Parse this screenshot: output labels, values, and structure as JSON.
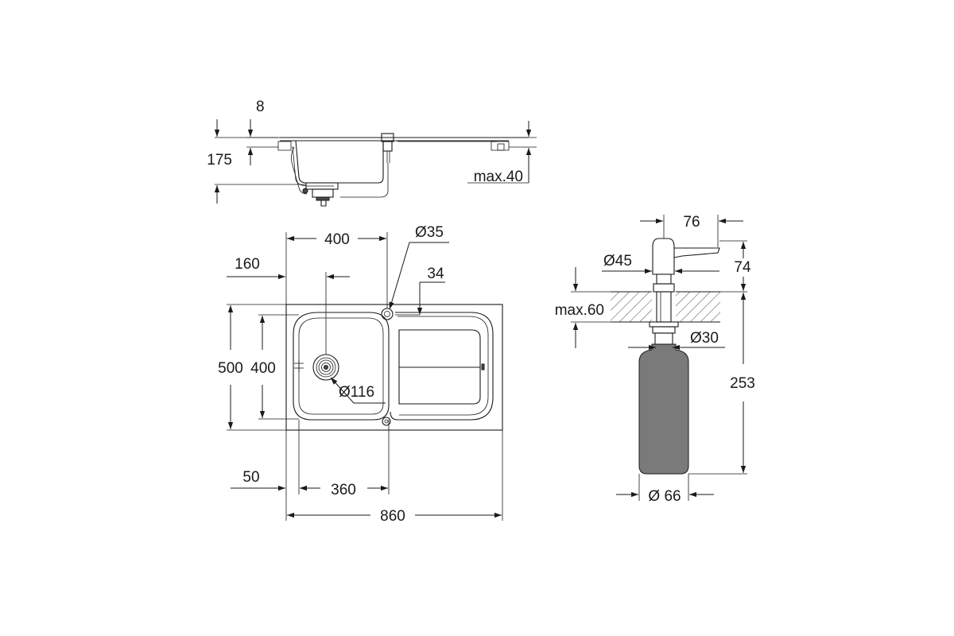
{
  "dimensions": {
    "side_flange": "8",
    "side_depth": "175",
    "side_max_thickness": "max.40",
    "top_bowl_width": "400",
    "top_left_offset": "160",
    "tap_hole": "Ø35",
    "drainer_width": "34",
    "overall_depth": "500",
    "bowl_depth": "400",
    "waste_diameter": "Ø116",
    "bottom_left_offset": "50",
    "bowl_inner_width": "360",
    "overall_width": "860",
    "dispenser_spout": "76",
    "dispenser_head_dia": "Ø45",
    "dispenser_head_height": "74",
    "dispenser_max_worktop": "max.60",
    "dispenser_shank_dia": "Ø30",
    "dispenser_total_height": "253",
    "dispenser_bottle_dia": "Ø 66"
  }
}
